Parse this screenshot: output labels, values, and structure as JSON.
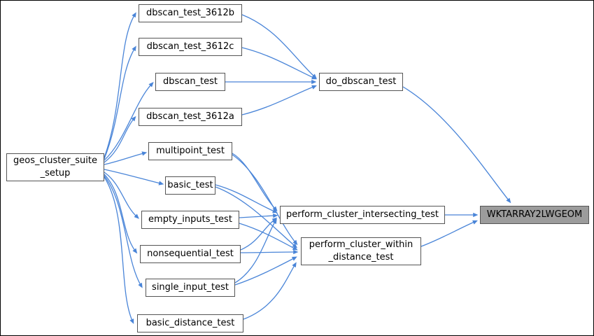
{
  "diagram": {
    "type": "call-graph",
    "colors": {
      "edge": "#4a85d8",
      "node_border": "#555555",
      "node_fill": "#ffffff",
      "highlight_fill": "#9c9c9c",
      "text": "#000000",
      "frame": "#000000"
    },
    "nodes": [
      {
        "id": "geos_cluster_suite_setup",
        "label": "geos_cluster_suite\n_setup",
        "highlighted": false
      },
      {
        "id": "dbscan_test_3612b",
        "label": "dbscan_test_3612b",
        "highlighted": false
      },
      {
        "id": "dbscan_test_3612c",
        "label": "dbscan_test_3612c",
        "highlighted": false
      },
      {
        "id": "dbscan_test",
        "label": "dbscan_test",
        "highlighted": false
      },
      {
        "id": "dbscan_test_3612a",
        "label": "dbscan_test_3612a",
        "highlighted": false
      },
      {
        "id": "multipoint_test",
        "label": "multipoint_test",
        "highlighted": false
      },
      {
        "id": "basic_test",
        "label": "basic_test",
        "highlighted": false
      },
      {
        "id": "empty_inputs_test",
        "label": "empty_inputs_test",
        "highlighted": false
      },
      {
        "id": "nonsequential_test",
        "label": "nonsequential_test",
        "highlighted": false
      },
      {
        "id": "single_input_test",
        "label": "single_input_test",
        "highlighted": false
      },
      {
        "id": "basic_distance_test",
        "label": "basic_distance_test",
        "highlighted": false
      },
      {
        "id": "do_dbscan_test",
        "label": "do_dbscan_test",
        "highlighted": false
      },
      {
        "id": "perform_cluster_intersecting_test",
        "label": "perform_cluster_intersecting_test",
        "highlighted": false
      },
      {
        "id": "perform_cluster_within_distance_test",
        "label": "perform_cluster_within\n_distance_test",
        "highlighted": false
      },
      {
        "id": "WKTARRAY2LWGEOM",
        "label": "WKTARRAY2LWGEOM",
        "highlighted": true
      }
    ],
    "edges": [
      {
        "from": "geos_cluster_suite_setup",
        "to": "dbscan_test_3612b"
      },
      {
        "from": "geos_cluster_suite_setup",
        "to": "dbscan_test_3612c"
      },
      {
        "from": "geos_cluster_suite_setup",
        "to": "dbscan_test"
      },
      {
        "from": "geos_cluster_suite_setup",
        "to": "dbscan_test_3612a"
      },
      {
        "from": "geos_cluster_suite_setup",
        "to": "multipoint_test"
      },
      {
        "from": "geos_cluster_suite_setup",
        "to": "basic_test"
      },
      {
        "from": "geos_cluster_suite_setup",
        "to": "empty_inputs_test"
      },
      {
        "from": "geos_cluster_suite_setup",
        "to": "nonsequential_test"
      },
      {
        "from": "geos_cluster_suite_setup",
        "to": "single_input_test"
      },
      {
        "from": "geos_cluster_suite_setup",
        "to": "basic_distance_test"
      },
      {
        "from": "dbscan_test_3612b",
        "to": "do_dbscan_test"
      },
      {
        "from": "dbscan_test_3612c",
        "to": "do_dbscan_test"
      },
      {
        "from": "dbscan_test",
        "to": "do_dbscan_test"
      },
      {
        "from": "dbscan_test_3612a",
        "to": "do_dbscan_test"
      },
      {
        "from": "do_dbscan_test",
        "to": "WKTARRAY2LWGEOM"
      },
      {
        "from": "multipoint_test",
        "to": "perform_cluster_intersecting_test"
      },
      {
        "from": "multipoint_test",
        "to": "perform_cluster_within_distance_test"
      },
      {
        "from": "basic_test",
        "to": "perform_cluster_intersecting_test"
      },
      {
        "from": "basic_test",
        "to": "perform_cluster_within_distance_test"
      },
      {
        "from": "empty_inputs_test",
        "to": "perform_cluster_intersecting_test"
      },
      {
        "from": "empty_inputs_test",
        "to": "perform_cluster_within_distance_test"
      },
      {
        "from": "nonsequential_test",
        "to": "perform_cluster_intersecting_test"
      },
      {
        "from": "nonsequential_test",
        "to": "perform_cluster_within_distance_test"
      },
      {
        "from": "single_input_test",
        "to": "perform_cluster_intersecting_test"
      },
      {
        "from": "single_input_test",
        "to": "perform_cluster_within_distance_test"
      },
      {
        "from": "basic_distance_test",
        "to": "perform_cluster_within_distance_test"
      },
      {
        "from": "perform_cluster_intersecting_test",
        "to": "WKTARRAY2LWGEOM"
      },
      {
        "from": "perform_cluster_within_distance_test",
        "to": "WKTARRAY2LWGEOM"
      }
    ]
  }
}
